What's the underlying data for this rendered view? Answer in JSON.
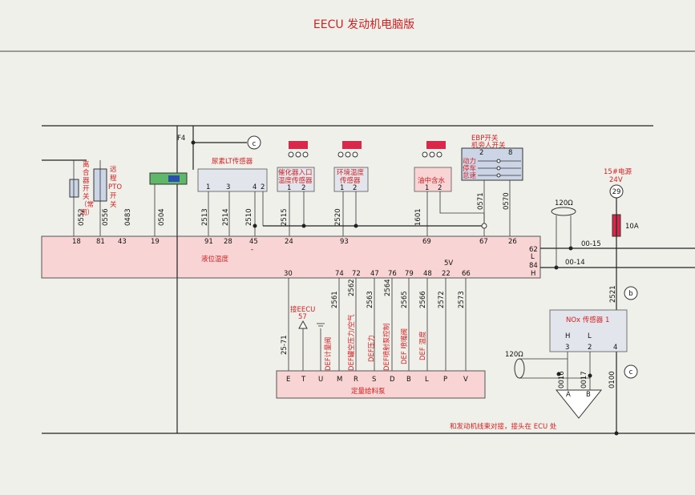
{
  "title": "EECU   发动机电脑版",
  "connectors": {
    "f4": "F4",
    "c": "c",
    "b": "b",
    "num29": "29"
  },
  "components": {
    "clutch_switch": [
      "离",
      "合",
      "器",
      "开",
      "关",
      "（常",
      "闭）"
    ],
    "pto_switch": [
      "远",
      "程",
      "PTO",
      "开",
      "关"
    ],
    "urea_lt_sensor": "尿素LT传感器",
    "urea_lt_pins": [
      "1",
      "3",
      "4",
      "2"
    ],
    "catalyst_temp_sensor": [
      "催化器入口",
      "温度传感器"
    ],
    "ambient_temp_sensor": [
      "环境温度",
      "传感器"
    ],
    "water_in_oil": "油中含水",
    "pins_12": [
      "1",
      "2"
    ],
    "ebp_switch": [
      "EBP开关",
      "机旁人开关"
    ],
    "ebp_pins": [
      "2",
      "8"
    ],
    "ebp_rows": [
      "动力",
      "停车",
      "怠速"
    ],
    "power_15": [
      "15#电源",
      "24V"
    ],
    "fuse": "10A",
    "resistor_top": "120Ω",
    "resistor_bottom": "120Ω",
    "nox_sensor": "NOx 传感器 1",
    "nox_pins": [
      "H",
      "L",
      "3",
      "2",
      "4"
    ],
    "dosing_pump": "定量给料泵",
    "dosing_pins": [
      "E",
      "T",
      "U",
      "M",
      "R",
      "S",
      "D",
      "B",
      "L",
      "P",
      "V"
    ],
    "to_eecu": [
      "接EECU",
      "57"
    ],
    "liquid_level_temp": "液位温度",
    "five_v": "5V",
    "tail_note": "和发动机线束对接，接头在 ECU 处",
    "nox_ab": [
      "A",
      "B"
    ]
  },
  "ecu_pins_top": [
    "18",
    "81",
    "43",
    "19",
    "91",
    "28",
    "45",
    "24",
    "93",
    "69",
    "67",
    "26"
  ],
  "ecu_pins_right": [
    "62",
    "L",
    "84",
    "H"
  ],
  "ecu_pins_bottom": [
    "30",
    "74",
    "72",
    "47",
    "76",
    "79",
    "48",
    "22",
    "66"
  ],
  "wires_top": [
    "0552",
    "0556",
    "0483",
    "0504",
    "2513",
    "2514",
    "2510",
    "2515",
    "2520",
    "1601",
    "0571",
    "0570",
    "2521"
  ],
  "wires_right": [
    "00-15",
    "00-14"
  ],
  "wires_bottom": [
    "25-71",
    "2561",
    "2562",
    "2563",
    "2564",
    "2565",
    "2566",
    "2572",
    "2573",
    "0016",
    "0017",
    "0100"
  ],
  "def_labels": [
    "DEF计量阀",
    "DEF罐空压力/空气",
    "DEF压力",
    "DEF喷射泵控制",
    "DEF 喷嘴阀",
    "DEF 温度"
  ]
}
